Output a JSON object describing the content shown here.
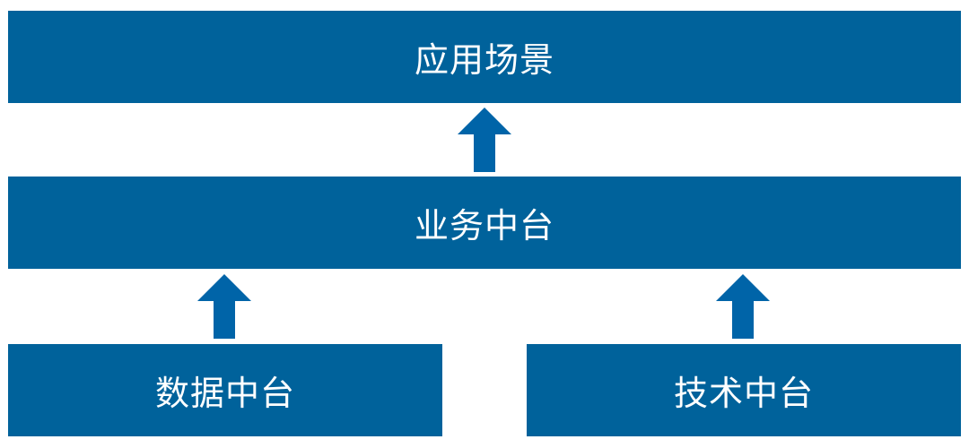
{
  "diagram": {
    "layers": {
      "application": "应用场景",
      "business": "业务中台",
      "data": "数据中台",
      "technology": "技术中台"
    },
    "colors": {
      "block": "#00629b",
      "arrow": "#0064a8",
      "text": "#ffffff"
    },
    "arrows": [
      {
        "from": "业务中台",
        "to": "应用场景",
        "icon": "arrow-up-icon"
      },
      {
        "from": "数据中台",
        "to": "业务中台",
        "icon": "arrow-up-icon"
      },
      {
        "from": "技术中台",
        "to": "业务中台",
        "icon": "arrow-up-icon"
      }
    ]
  }
}
